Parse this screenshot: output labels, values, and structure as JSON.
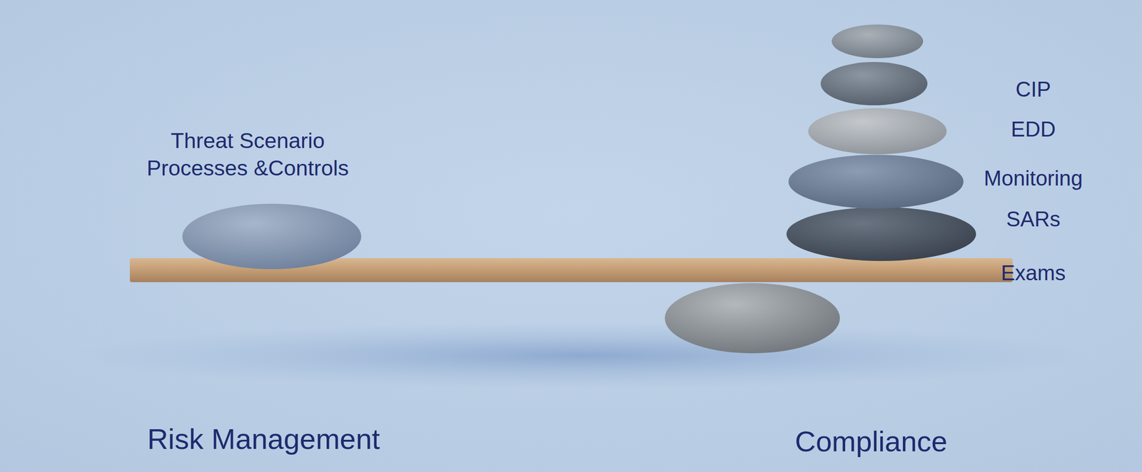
{
  "diagram": {
    "labels": [
      "Threat Scenario Processes &Controls",
      "CIP",
      "EDD",
      "Monitoring",
      "SARs",
      "Exams",
      "Risk Management",
      "Compliance"
    ]
  }
}
